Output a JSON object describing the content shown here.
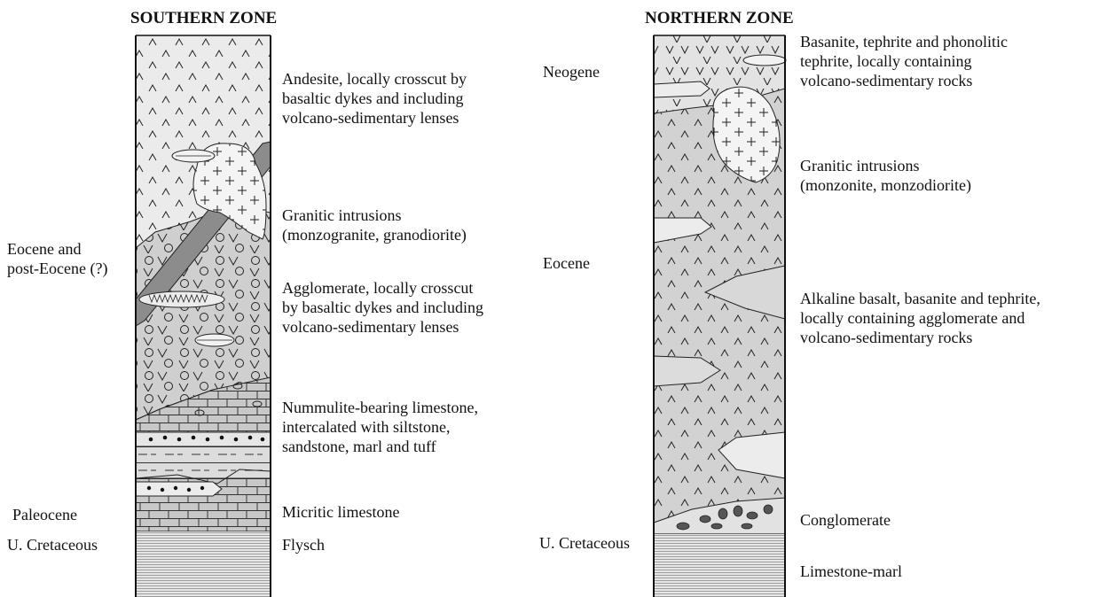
{
  "south": {
    "title": "SOUTHERN ZONE",
    "ages": [
      "Eocene and",
      "post-Eocene (?)",
      "Paleocene",
      "U. Cretaceous"
    ],
    "units": [
      [
        "Andesite, locally crosscut by",
        "basaltic dykes and including",
        "volcano-sedimentary lenses"
      ],
      [
        "Granitic intrusions",
        "(monzogranite, granodiorite)"
      ],
      [
        "Agglomerate, locally crosscut",
        "by basaltic dykes and including",
        "volcano-sedimentary lenses"
      ],
      [
        "Nummulite-bearing limestone,",
        "intercalated  with siltstone,",
        "sandstone, marl and tuff"
      ],
      [
        "Micritic limestone"
      ],
      [
        "Flysch"
      ]
    ]
  },
  "north": {
    "title": "NORTHERN ZONE",
    "ages": [
      "Neogene",
      "Eocene",
      "U. Cretaceous"
    ],
    "units": [
      [
        "Basanite, tephrite and phonolitic",
        "tephrite, locally containing",
        "volcano-sedimentary rocks"
      ],
      [
        "Granitic intrusions",
        "(monzonite, monzodiorite)"
      ],
      [
        "Alkaline  basalt, basanite and tephrite,",
        "locally containing agglomerate and",
        "volcano-sedimentary rocks"
      ],
      [
        "Conglomerate"
      ],
      [
        "Limestone-marl"
      ]
    ]
  }
}
